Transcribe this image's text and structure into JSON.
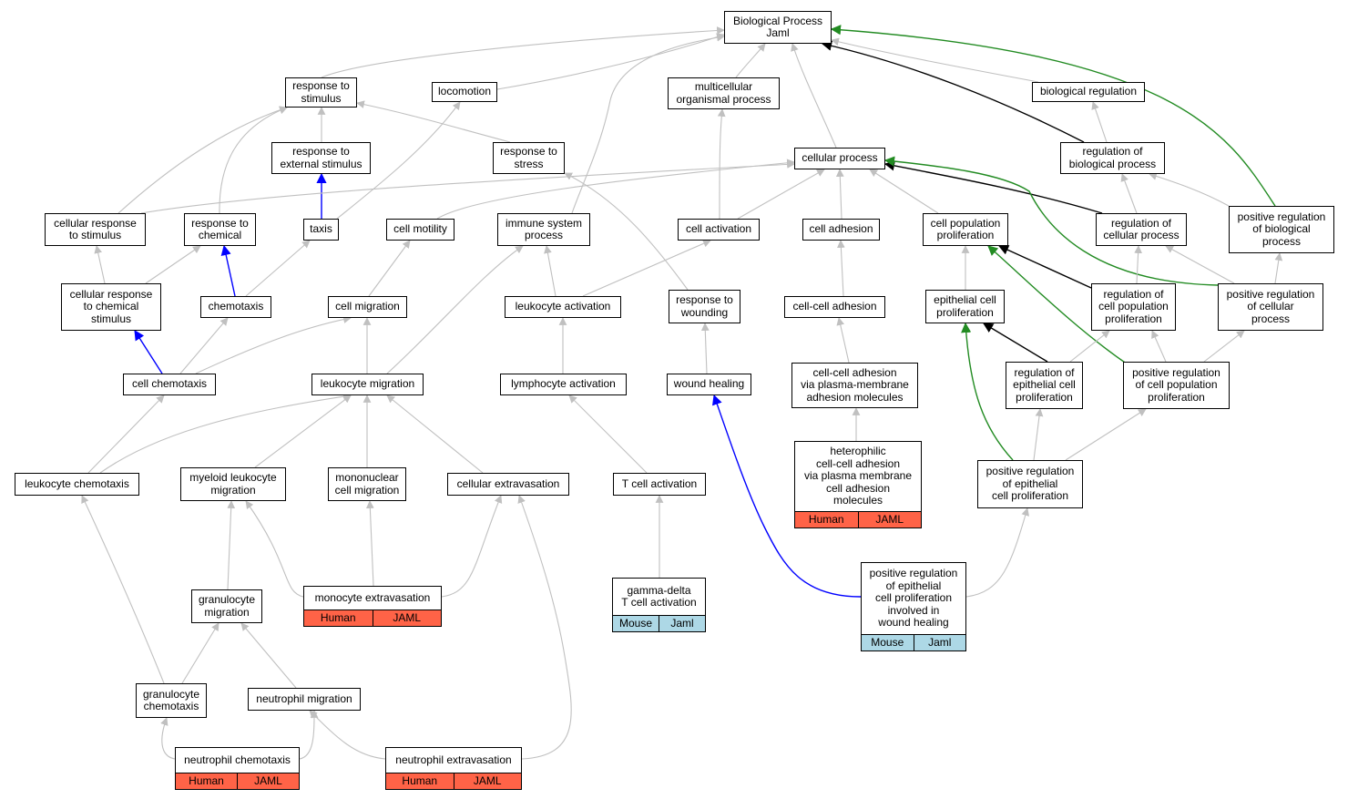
{
  "colors": {
    "is_a": "#c0c0c0",
    "part_of": "#000000",
    "regulates": "#000000",
    "positive": "#228b22",
    "taxis": "#0000ff",
    "human": "#ff6347",
    "mouse": "#add8e6"
  },
  "nodes": [
    {
      "id": "bp",
      "label": "Biological Process\nJaml"
    },
    {
      "id": "rts",
      "label": "response to\nstimulus"
    },
    {
      "id": "loco",
      "label": "locomotion"
    },
    {
      "id": "mop",
      "label": "multicellular\norganismal process"
    },
    {
      "id": "breg",
      "label": "biological regulation"
    },
    {
      "id": "rtes",
      "label": "response to\nexternal stimulus"
    },
    {
      "id": "rtstress",
      "label": "response to\nstress"
    },
    {
      "id": "cp",
      "label": "cellular process"
    },
    {
      "id": "rbp",
      "label": "regulation of\nbiological process"
    },
    {
      "id": "crts",
      "label": "cellular response\nto stimulus"
    },
    {
      "id": "rtc",
      "label": "response to\nchemical"
    },
    {
      "id": "taxis",
      "label": "taxis"
    },
    {
      "id": "cmot",
      "label": "cell motility"
    },
    {
      "id": "isp",
      "label": "immune system\nprocess"
    },
    {
      "id": "cact",
      "label": "cell activation"
    },
    {
      "id": "cadh",
      "label": "cell adhesion"
    },
    {
      "id": "cpp",
      "label": "cell population\nproliferation"
    },
    {
      "id": "rcp",
      "label": "regulation of\ncellular process"
    },
    {
      "id": "prbp",
      "label": "positive regulation\nof biological\nprocess"
    },
    {
      "id": "crcs",
      "label": "cellular response\nto chemical\nstimulus"
    },
    {
      "id": "chemo",
      "label": "chemotaxis"
    },
    {
      "id": "cmig",
      "label": "cell migration"
    },
    {
      "id": "lact",
      "label": "leukocyte activation"
    },
    {
      "id": "rtw",
      "label": "response to\nwounding"
    },
    {
      "id": "ccadh",
      "label": "cell-cell adhesion"
    },
    {
      "id": "ecp",
      "label": "epithelial cell\nproliferation"
    },
    {
      "id": "rcpp",
      "label": "regulation of\ncell population\nproliferation"
    },
    {
      "id": "prcp",
      "label": "positive regulation\nof cellular\nprocess"
    },
    {
      "id": "cchemo",
      "label": "cell chemotaxis"
    },
    {
      "id": "lmig",
      "label": "leukocyte migration"
    },
    {
      "id": "lyact",
      "label": "lymphocyte activation"
    },
    {
      "id": "wh",
      "label": "wound healing"
    },
    {
      "id": "ccapm",
      "label": "cell-cell adhesion\nvia plasma-membrane\nadhesion molecules"
    },
    {
      "id": "recp",
      "label": "regulation of\nepithelial cell\nproliferation"
    },
    {
      "id": "prcpp",
      "label": "positive regulation\nof cell population\nproliferation"
    },
    {
      "id": "lchemo",
      "label": "leukocyte chemotaxis"
    },
    {
      "id": "mlmig",
      "label": "myeloid leukocyte\nmigration"
    },
    {
      "id": "mncmig",
      "label": "mononuclear\ncell migration"
    },
    {
      "id": "cextra",
      "label": "cellular extravasation"
    },
    {
      "id": "tact",
      "label": "T cell activation"
    },
    {
      "id": "het",
      "label": "heterophilic\ncell-cell adhesion\nvia plasma membrane\ncell adhesion\nmolecules",
      "annotation": [
        "Human",
        "JAML"
      ],
      "species": "human"
    },
    {
      "id": "precp",
      "label": "positive regulation\nof epithelial\ncell proliferation"
    },
    {
      "id": "monoext",
      "label": "monocyte extravasation",
      "annotation": [
        "Human",
        "JAML"
      ],
      "species": "human"
    },
    {
      "id": "gdt",
      "label": "gamma-delta\nT cell activation",
      "annotation": [
        "Mouse",
        "Jaml"
      ],
      "species": "mouse"
    },
    {
      "id": "precpwh",
      "label": "positive regulation\nof epithelial\ncell proliferation\ninvolved in\nwound healing",
      "annotation": [
        "Mouse",
        "Jaml"
      ],
      "species": "mouse"
    },
    {
      "id": "gmig",
      "label": "granulocyte\nmigration"
    },
    {
      "id": "gchemo",
      "label": "granulocyte\nchemotaxis"
    },
    {
      "id": "nmig",
      "label": "neutrophil migration"
    },
    {
      "id": "nchemo",
      "label": "neutrophil chemotaxis",
      "annotation": [
        "Human",
        "JAML"
      ],
      "species": "human"
    },
    {
      "id": "nextra",
      "label": "neutrophil extravasation",
      "annotation": [
        "Human",
        "JAML"
      ],
      "species": "human"
    }
  ],
  "edges": [
    {
      "from": "rts",
      "to": "bp",
      "type": "is_a"
    },
    {
      "from": "loco",
      "to": "bp",
      "type": "is_a"
    },
    {
      "from": "mop",
      "to": "bp",
      "type": "is_a"
    },
    {
      "from": "breg",
      "to": "bp",
      "type": "is_a"
    },
    {
      "from": "cp",
      "to": "bp",
      "type": "is_a"
    },
    {
      "from": "isp",
      "to": "bp",
      "type": "is_a"
    },
    {
      "from": "rbp",
      "to": "bp",
      "type": "regulates"
    },
    {
      "from": "prbp",
      "to": "bp",
      "type": "positive"
    },
    {
      "from": "rtes",
      "to": "rts",
      "type": "is_a"
    },
    {
      "from": "rtstress",
      "to": "rts",
      "type": "is_a"
    },
    {
      "from": "crts",
      "to": "rts",
      "type": "is_a"
    },
    {
      "from": "rtc",
      "to": "rts",
      "type": "is_a"
    },
    {
      "from": "rbp",
      "to": "breg",
      "type": "is_a"
    },
    {
      "from": "taxis",
      "to": "rtes",
      "type": "taxis"
    },
    {
      "from": "taxis",
      "to": "loco",
      "type": "is_a"
    },
    {
      "from": "crts",
      "to": "cp",
      "type": "is_a"
    },
    {
      "from": "cmot",
      "to": "cp",
      "type": "is_a"
    },
    {
      "from": "cact",
      "to": "cp",
      "type": "is_a"
    },
    {
      "from": "cadh",
      "to": "cp",
      "type": "is_a"
    },
    {
      "from": "cpp",
      "to": "cp",
      "type": "is_a"
    },
    {
      "from": "rcp",
      "to": "cp",
      "type": "regulates"
    },
    {
      "from": "prcp",
      "to": "cp",
      "type": "positive"
    },
    {
      "from": "cact",
      "to": "mop",
      "type": "is_a"
    },
    {
      "from": "rcp",
      "to": "rbp",
      "type": "is_a"
    },
    {
      "from": "prbp",
      "to": "rbp",
      "type": "is_a"
    },
    {
      "from": "crcs",
      "to": "crts",
      "type": "is_a"
    },
    {
      "from": "crcs",
      "to": "rtc",
      "type": "is_a"
    },
    {
      "from": "chemo",
      "to": "rtc",
      "type": "taxis"
    },
    {
      "from": "chemo",
      "to": "taxis",
      "type": "is_a"
    },
    {
      "from": "cmig",
      "to": "cmot",
      "type": "is_a"
    },
    {
      "from": "lact",
      "to": "isp",
      "type": "is_a"
    },
    {
      "from": "lact",
      "to": "cact",
      "type": "is_a"
    },
    {
      "from": "rtw",
      "to": "rtstress",
      "type": "is_a"
    },
    {
      "from": "ccadh",
      "to": "cadh",
      "type": "is_a"
    },
    {
      "from": "ecp",
      "to": "cpp",
      "type": "is_a"
    },
    {
      "from": "rcpp",
      "to": "cpp",
      "type": "regulates"
    },
    {
      "from": "prcpp",
      "to": "cpp",
      "type": "positive"
    },
    {
      "from": "rcpp",
      "to": "rcp",
      "type": "is_a"
    },
    {
      "from": "prcp",
      "to": "rcp",
      "type": "is_a"
    },
    {
      "from": "prcp",
      "to": "prbp",
      "type": "is_a"
    },
    {
      "from": "cchemo",
      "to": "crcs",
      "type": "taxis"
    },
    {
      "from": "cchemo",
      "to": "chemo",
      "type": "is_a"
    },
    {
      "from": "cchemo",
      "to": "cmig",
      "type": "is_a"
    },
    {
      "from": "lmig",
      "to": "cmig",
      "type": "is_a"
    },
    {
      "from": "lmig",
      "to": "isp",
      "type": "is_a"
    },
    {
      "from": "lyact",
      "to": "lact",
      "type": "is_a"
    },
    {
      "from": "wh",
      "to": "rtw",
      "type": "is_a"
    },
    {
      "from": "ccapm",
      "to": "ccadh",
      "type": "is_a"
    },
    {
      "from": "recp",
      "to": "ecp",
      "type": "regulates"
    },
    {
      "from": "recp",
      "to": "rcpp",
      "type": "is_a"
    },
    {
      "from": "prcpp",
      "to": "rcpp",
      "type": "is_a"
    },
    {
      "from": "prcpp",
      "to": "prcp",
      "type": "is_a"
    },
    {
      "from": "lchemo",
      "to": "cchemo",
      "type": "is_a"
    },
    {
      "from": "lchemo",
      "to": "lmig",
      "type": "is_a"
    },
    {
      "from": "mlmig",
      "to": "lmig",
      "type": "is_a"
    },
    {
      "from": "mncmig",
      "to": "lmig",
      "type": "is_a"
    },
    {
      "from": "cextra",
      "to": "lmig",
      "type": "is_a"
    },
    {
      "from": "tact",
      "to": "lyact",
      "type": "is_a"
    },
    {
      "from": "het",
      "to": "ccapm",
      "type": "is_a"
    },
    {
      "from": "precp",
      "to": "ecp",
      "type": "positive"
    },
    {
      "from": "precp",
      "to": "recp",
      "type": "is_a"
    },
    {
      "from": "precp",
      "to": "prcpp",
      "type": "is_a"
    },
    {
      "from": "monoext",
      "to": "mlmig",
      "type": "is_a"
    },
    {
      "from": "monoext",
      "to": "mncmig",
      "type": "is_a"
    },
    {
      "from": "monoext",
      "to": "cextra",
      "type": "is_a"
    },
    {
      "from": "gdt",
      "to": "tact",
      "type": "is_a"
    },
    {
      "from": "precpwh",
      "to": "wh",
      "type": "taxis"
    },
    {
      "from": "precpwh",
      "to": "precp",
      "type": "is_a"
    },
    {
      "from": "gmig",
      "to": "mlmig",
      "type": "is_a"
    },
    {
      "from": "gchemo",
      "to": "lchemo",
      "type": "is_a"
    },
    {
      "from": "gchemo",
      "to": "gmig",
      "type": "is_a"
    },
    {
      "from": "nmig",
      "to": "gmig",
      "type": "is_a"
    },
    {
      "from": "nchemo",
      "to": "gchemo",
      "type": "is_a"
    },
    {
      "from": "nchemo",
      "to": "nmig",
      "type": "is_a"
    },
    {
      "from": "nextra",
      "to": "nmig",
      "type": "is_a"
    },
    {
      "from": "nextra",
      "to": "cextra",
      "type": "is_a"
    }
  ]
}
